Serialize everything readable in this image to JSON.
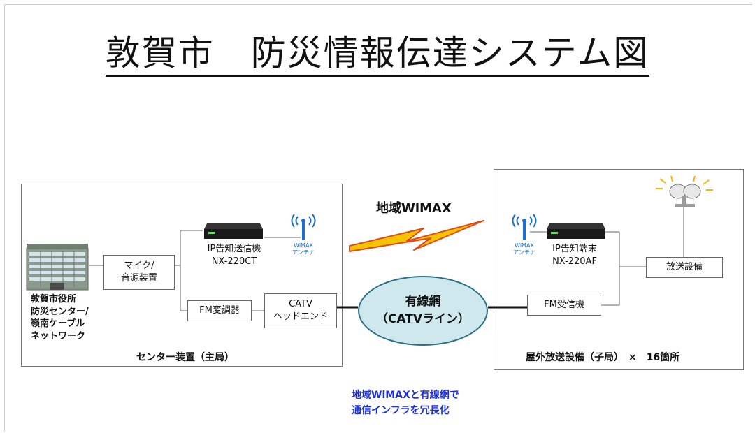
{
  "title": "敦賀市　防災情報伝達システム図",
  "center": {
    "building_label": "敦賀市役所\n防災センター/\n嶺南ケーブル\nネットワーク",
    "mic_box": "マイク/\n音源装置",
    "fm_modulator": "FM変調器",
    "catv_headend": "CATV\nヘッドエンド",
    "ip_sender_label": "IP告知送信機\nNX-220CT",
    "antenna_label": "WiMAX\nアンテナ",
    "caption": "センター装置（主局）"
  },
  "wimax_label": "地域WiMAX",
  "cable_network": "有線網\n（CATVライン）",
  "remote": {
    "antenna_label": "WiMAX\nアンテナ",
    "ip_terminal_label": "IP告知端末\nNX-220AF",
    "broadcast_box": "放送設備",
    "fm_receiver": "FM受信機",
    "caption": "屋外放送設備（子局）　×　16箇所"
  },
  "note": "地域WiMAXと有線網で\n通信インフラを冗長化",
  "colors": {
    "note": "#1a2fd6",
    "ellipse_fill": "#cfe8ee",
    "ellipse_stroke": "#2a6f88",
    "lightning": "#f5c400"
  }
}
